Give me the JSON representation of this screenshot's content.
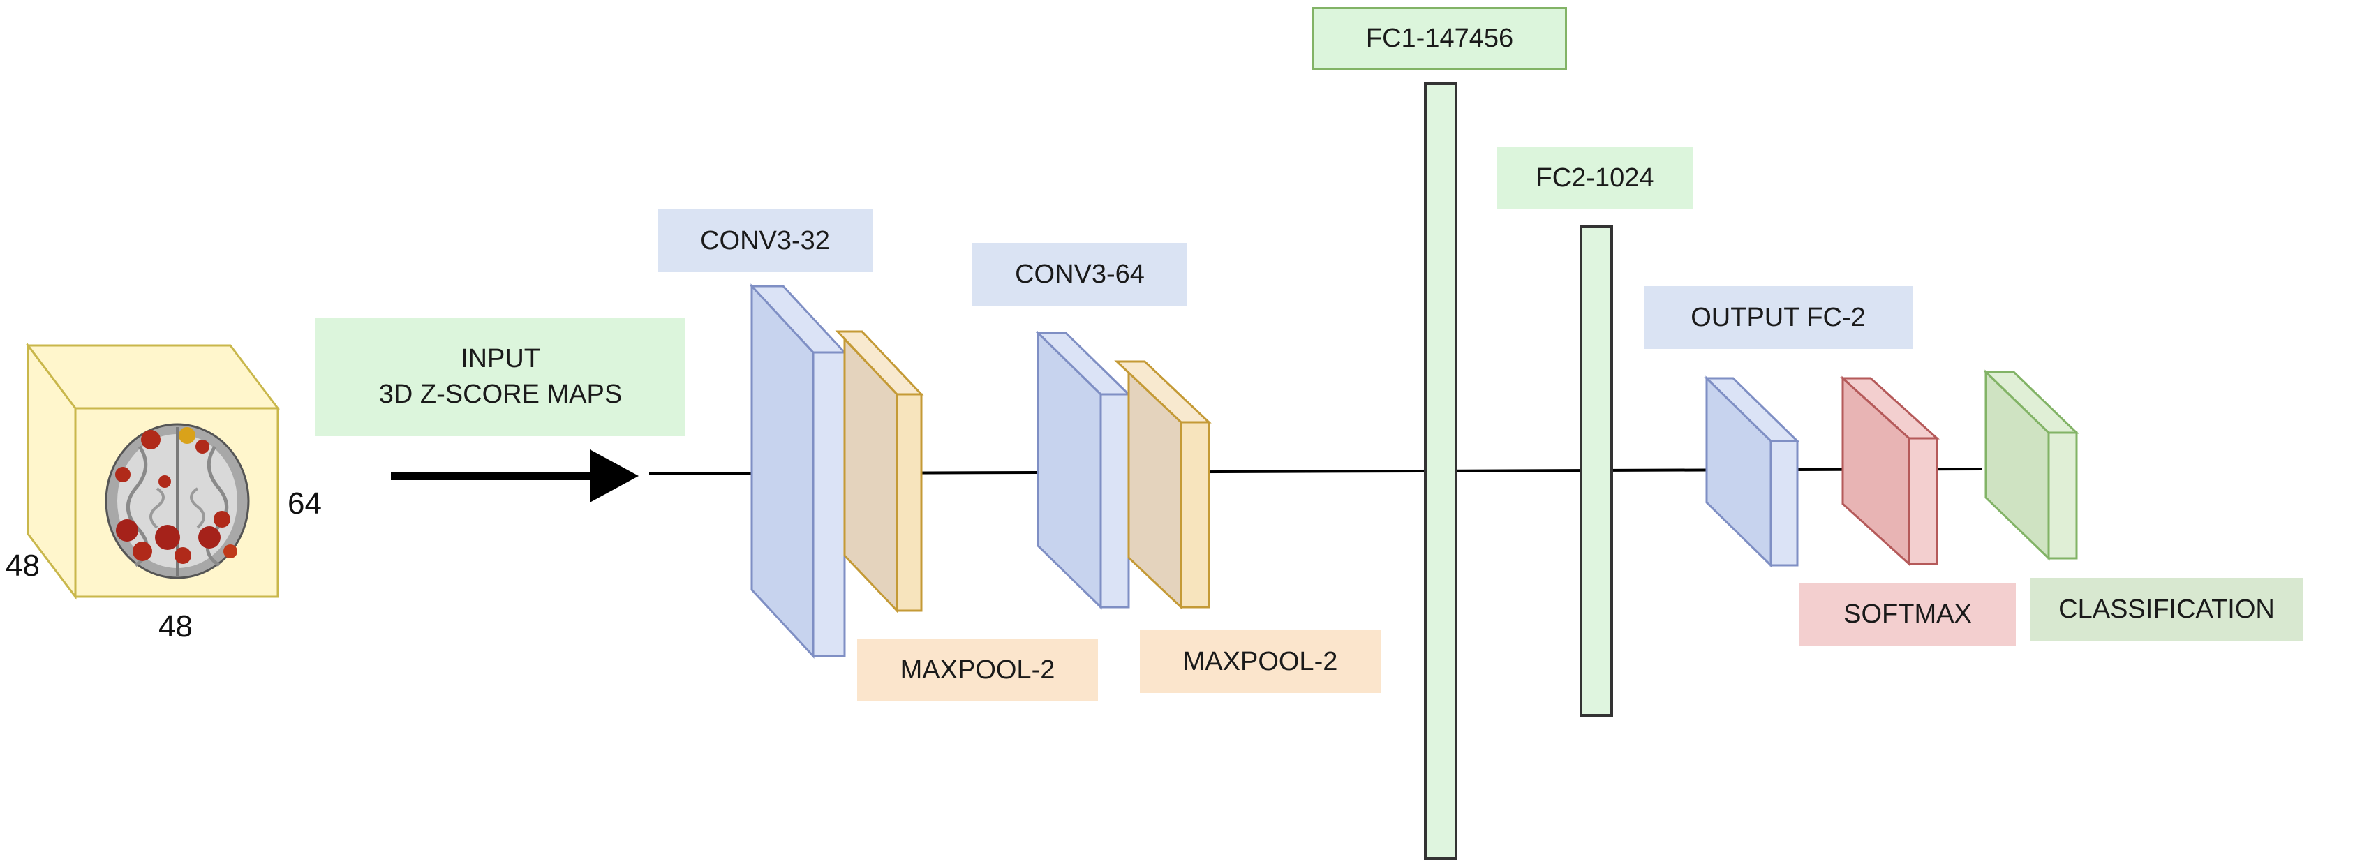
{
  "colors": {
    "conv_label_bg": "#dae3f3",
    "conv_block": "#c7d3ee",
    "conv_block_stroke": "#7f8fc4",
    "pool_label_bg": "#fbe5cc",
    "pool_block": "#f3dcb8",
    "pool_block_stroke": "#c49a36",
    "fc_label_bg": "#dcf5dc",
    "fc_block": "#dff5df",
    "fc_stroke": "#333333",
    "softmax_bg": "#f3cfcf",
    "softmax_block": "#e8b4b4",
    "softmax_stroke": "#b55a5a",
    "class_bg": "#d8e8d0",
    "class_block": "#cfe3c2",
    "class_stroke": "#82b366",
    "input_cube": "#fff6cc",
    "input_cube_stroke": "#c9b74b",
    "arrow": "#000000"
  },
  "input": {
    "label_line1": "INPUT",
    "label_line2": "3D Z-SCORE MAPS",
    "dim_depth": "48",
    "dim_width": "48",
    "dim_height": "64",
    "cube_icon": "brain-zscore-map-icon"
  },
  "layers": {
    "conv1": "CONV3-32",
    "pool1": "MAXPOOL-2",
    "conv2": "CONV3-64",
    "pool2": "MAXPOOL-2",
    "fc1": "FC1-147456",
    "fc2": "FC2-1024",
    "output": "OUTPUT FC-2",
    "softmax": "SOFTMAX",
    "classification": "CLASSIFICATION"
  }
}
